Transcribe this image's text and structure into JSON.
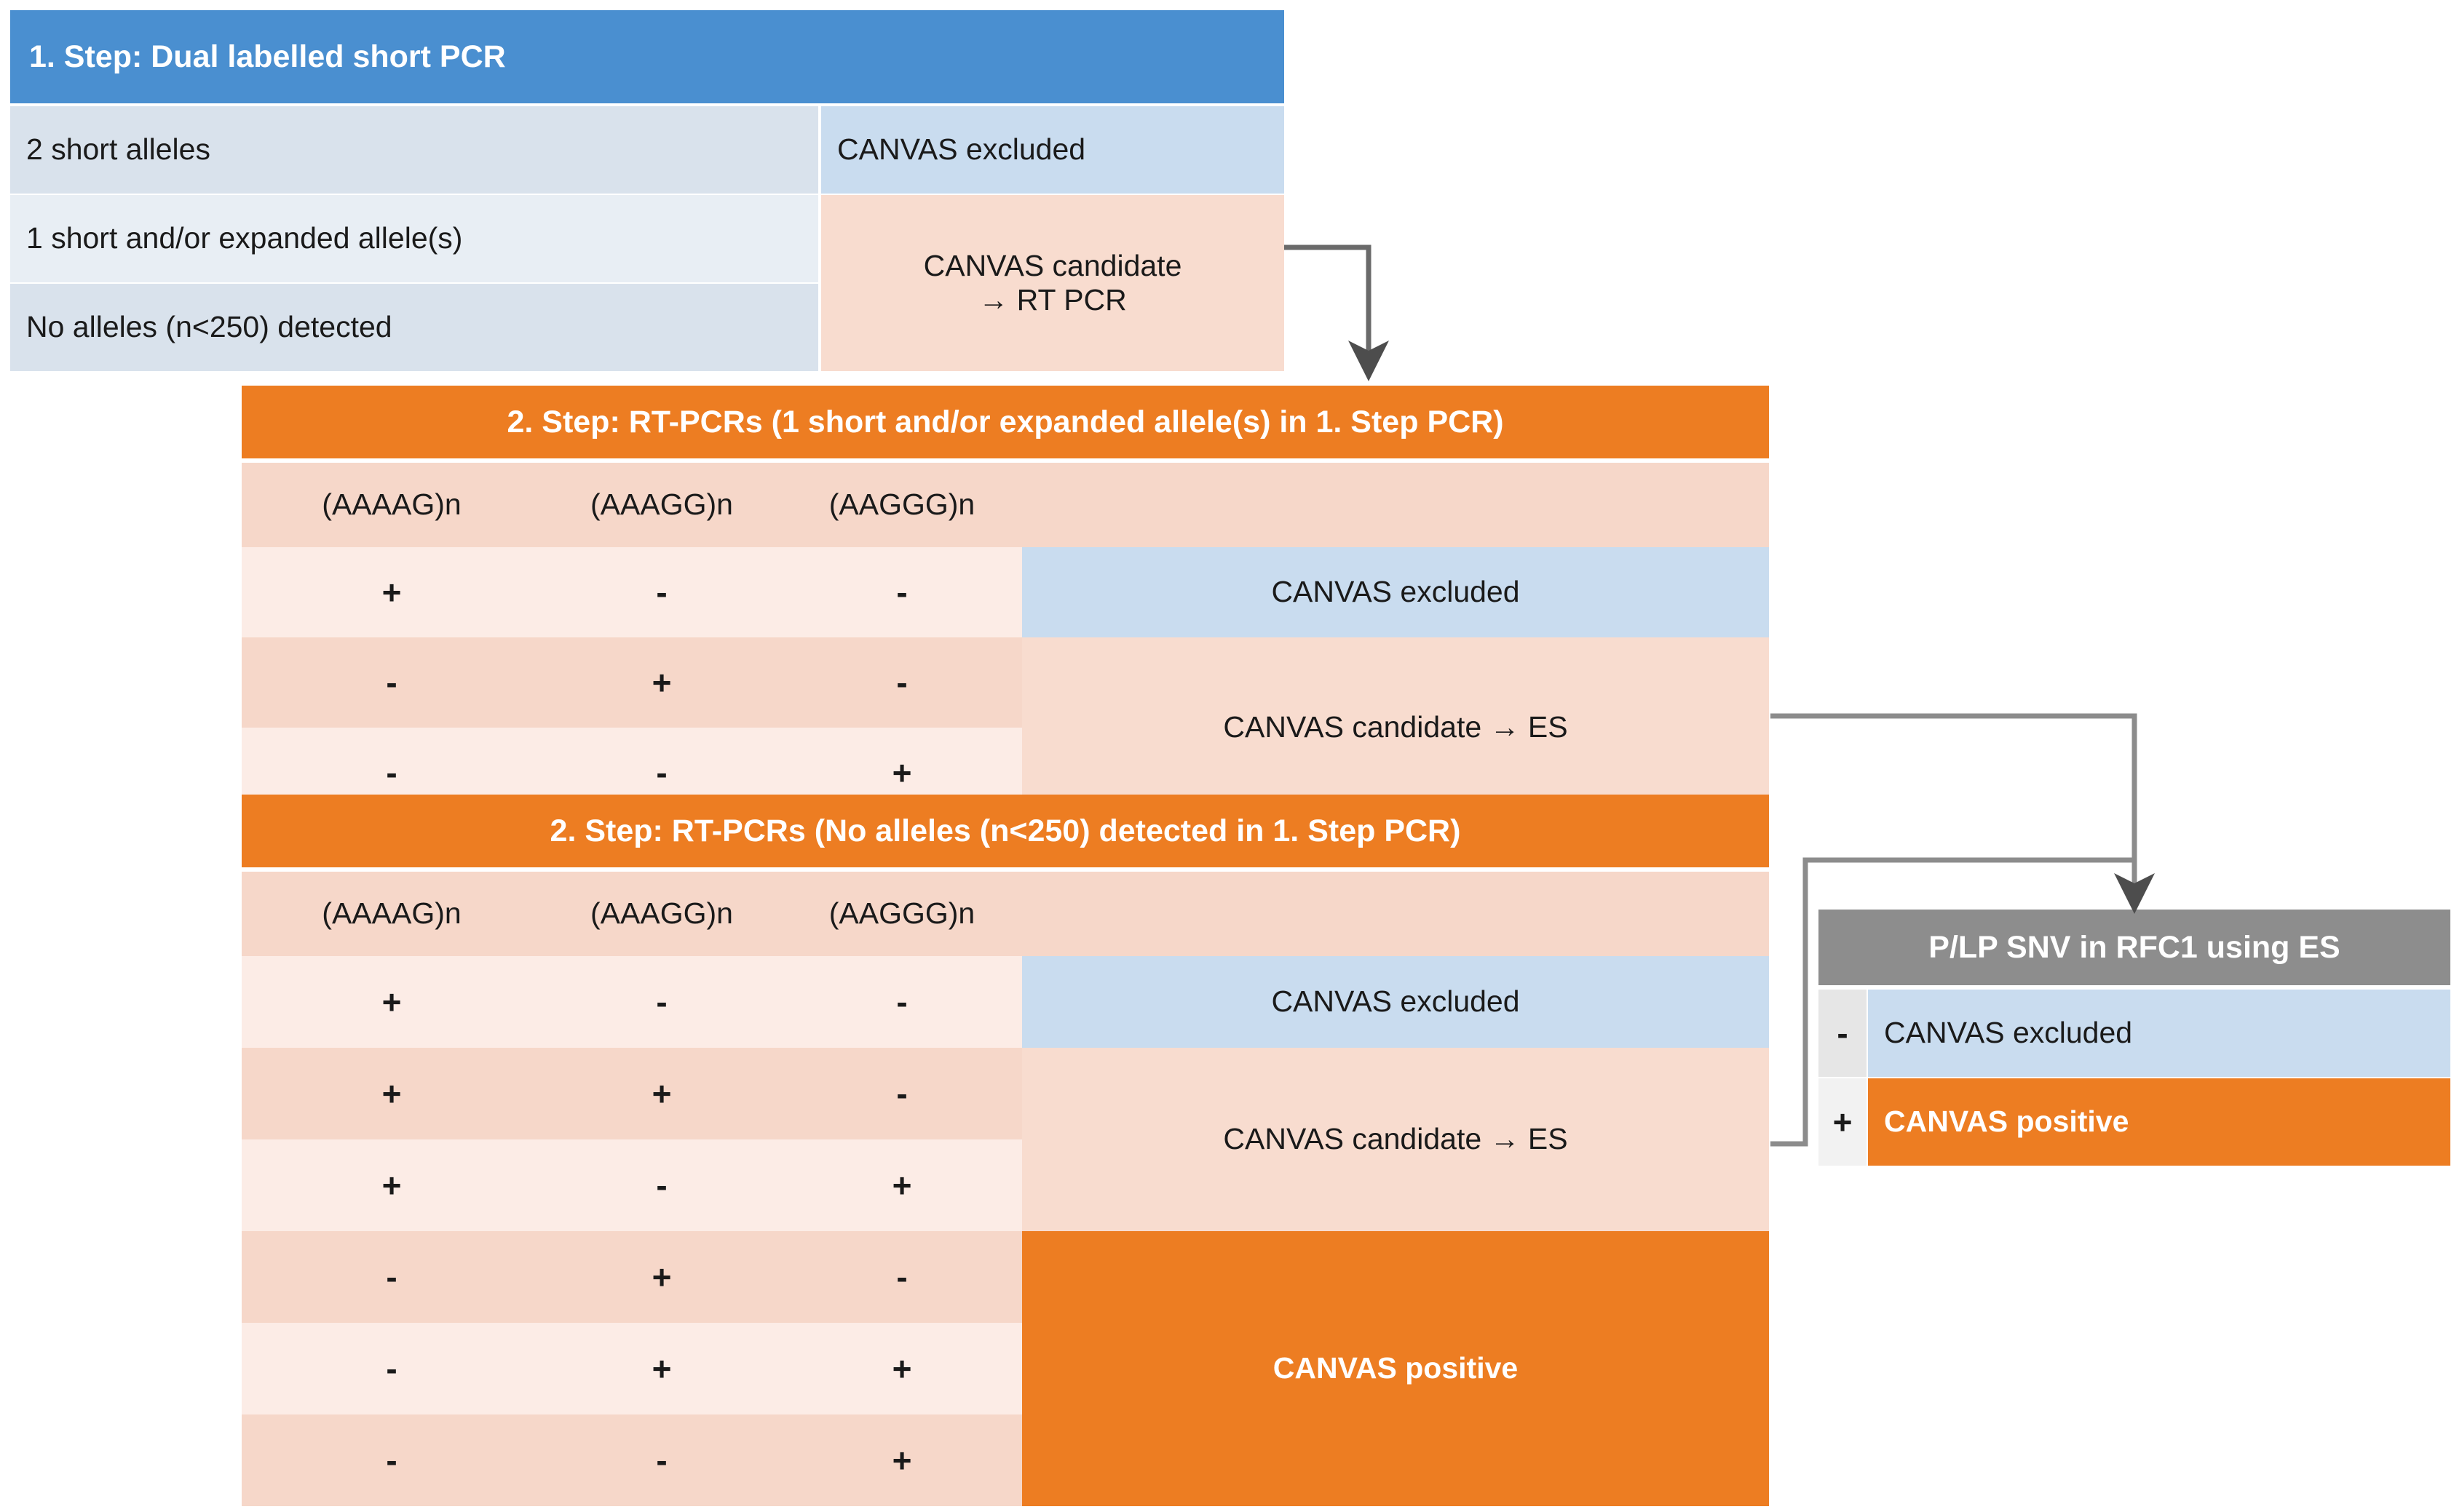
{
  "colors": {
    "blue_header": "#4a8fd0",
    "blue_row_a": "#d9e2ec",
    "blue_row_b": "#e8eef4",
    "blue_result": "#c9dcef",
    "orange_header": "#ed7d22",
    "orange_solid": "#ed7d22",
    "peach_dark": "#f6d7c9",
    "peach_light": "#fcece6",
    "peach_result": "#f8dccf",
    "grey_header": "#8d8d8d",
    "grey_cell": "#eeeeee",
    "connector": "#5a5a5a"
  },
  "step1": {
    "title": "1. Step: Dual labelled short PCR",
    "rows": [
      {
        "condition": "2 short alleles",
        "result": "CANVAS excluded"
      },
      {
        "condition": "1 short and/or expanded allele(s)",
        "result_line1": "CANVAS candidate",
        "result_line2": "→ RT PCR"
      },
      {
        "condition": "No alleles (n<250) detected"
      }
    ]
  },
  "step2a": {
    "title": "2. Step: RT-PCRs (1 short and/or expanded allele(s) in 1. Step PCR)",
    "columns": [
      "(AAAAG)n",
      "(AAAGG)n",
      "(AAGGG)n",
      ""
    ],
    "rows": [
      {
        "aaaag": "+",
        "aaagg": "-",
        "aaggg": "-",
        "result": "CANVAS excluded"
      },
      {
        "aaaag": "-",
        "aaagg": "+",
        "aaggg": "-",
        "result": "CANVAS candidate → ES"
      },
      {
        "aaaag": "-",
        "aaagg": "-",
        "aaggg": "+"
      }
    ]
  },
  "step2b": {
    "title": "2. Step: RT-PCRs (No alleles (n<250) detected in 1. Step PCR)",
    "columns": [
      "(AAAAG)n",
      "(AAAGG)n",
      "(AAGGG)n",
      ""
    ],
    "rows": [
      {
        "aaaag": "+",
        "aaagg": "-",
        "aaggg": "-",
        "result": "CANVAS excluded"
      },
      {
        "aaaag": "+",
        "aaagg": "+",
        "aaggg": "-",
        "result": "CANVAS candidate → ES"
      },
      {
        "aaaag": "+",
        "aaagg": "-",
        "aaggg": "+"
      },
      {
        "aaaag": "-",
        "aaagg": "+",
        "aaggg": "-",
        "result": "CANVAS positive"
      },
      {
        "aaaag": "-",
        "aaagg": "+",
        "aaggg": "+"
      },
      {
        "aaaag": "-",
        "aaagg": "-",
        "aaggg": "+"
      }
    ]
  },
  "es": {
    "title": "P/LP SNV in RFC1 using ES",
    "rows": [
      {
        "sign": "-",
        "result": "CANVAS excluded"
      },
      {
        "sign": "+",
        "result": "CANVAS positive"
      }
    ]
  }
}
